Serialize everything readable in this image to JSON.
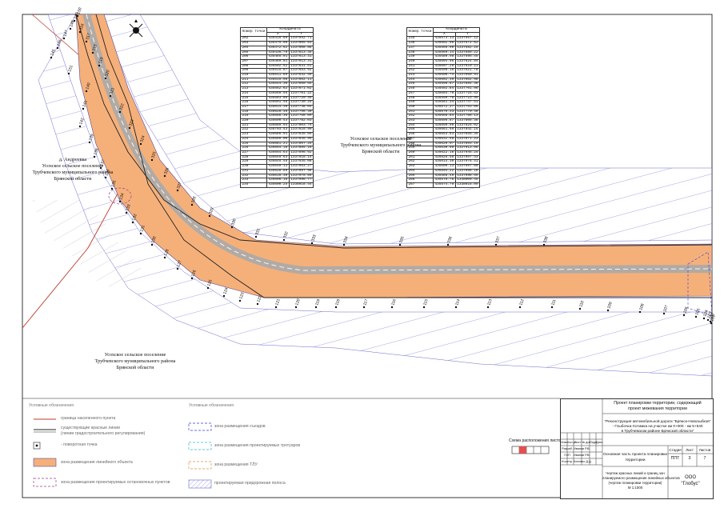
{
  "map_labels": {
    "settlement_top": [
      "Усохское сельское поселение",
      "Трубчевского муниципального района",
      "Брянской области"
    ],
    "settlement_left": [
      "д. Андреевка",
      "Усохское сельское поселение",
      "Трубчевского муниципального района",
      "Брянской области"
    ],
    "settlement_bottom": [
      "Усохское сельское поселение",
      "Трубчевского муниципального района",
      "Брянской области"
    ]
  },
  "point_labels": [
    "145",
    "146",
    "147",
    "148",
    "149",
    "150",
    "151",
    "140",
    "141",
    "142",
    "139",
    "138",
    "137",
    "136",
    "135",
    "134",
    "133",
    "132",
    "131",
    "130",
    "128",
    "127",
    "126",
    "125",
    "124",
    "123",
    "122",
    "121",
    "120",
    "119",
    "118",
    "117",
    "116",
    "115",
    "114",
    "113",
    "112",
    "111",
    "110",
    "109",
    "108",
    "107",
    "106",
    "105",
    "104",
    "103",
    "102",
    "101",
    "316",
    "317",
    "318",
    "319",
    "320",
    "321",
    "322",
    "323",
    "324",
    "325",
    "326",
    "327",
    "328",
    "329",
    "330",
    "331",
    "332",
    "333",
    "334",
    "335",
    "336",
    "337",
    "338"
  ],
  "coord_table_left": {
    "headers": [
      "Номер точки",
      "X",
      "Y"
    ],
    "group": "Координаты",
    "rows": [
      [
        "202",
        "435416.69",
        "1337552.71"
      ],
      [
        "203",
        "435475.90",
        "1337605.03"
      ],
      [
        "204",
        "435472.52",
        "1337608.88"
      ],
      [
        "205",
        "435436.78",
        "1337613.35"
      ],
      [
        "206",
        "435485.91",
        "1337613.31"
      ],
      [
        "207",
        "435489.81",
        "1337613.31"
      ],
      [
        "208",
        "435502.52",
        "1337631.61"
      ],
      [
        "209",
        "435515.87",
        "1337653.52"
      ],
      [
        "210",
        "435511.89",
        "1337632.50"
      ],
      [
        "211",
        "435515.98",
        "1337662.11"
      ],
      [
        "212",
        "435544.30",
        "1337660.65"
      ],
      [
        "213",
        "435562.62",
        "1337671.02"
      ],
      [
        "214",
        "435569.55",
        "1337701.22"
      ],
      [
        "215",
        "435583.05",
        "1337720.45"
      ],
      [
        "216",
        "435601.46",
        "1337730.25"
      ],
      [
        "217",
        "435614.39",
        "1337748.04"
      ],
      [
        "218",
        "435626.35",
        "1337756.30"
      ],
      [
        "219",
        "435666.36",
        "1337768.09"
      ],
      [
        "220",
        "435690.43",
        "1337782.03"
      ],
      [
        "221",
        "435689.93",
        "1337803.75"
      ],
      [
        "222",
        "435703.43",
        "1337818.90"
      ],
      [
        "223",
        "435686.01",
        "1337835.05"
      ],
      [
        "224",
        "435686.00",
        "1337845.95"
      ],
      [
        "225",
        "435681.21",
        "1337867.25"
      ],
      [
        "226",
        "435654.18",
        "1337865.16"
      ],
      [
        "227",
        "435654.63",
        "1337896.92"
      ],
      [
        "228",
        "435649.63",
        "1337918.14"
      ],
      [
        "229",
        "435645.45",
        "1337935.08"
      ],
      [
        "230",
        "435640.13",
        "1337953.27"
      ],
      [
        "231",
        "435628.89",
        "1337957.98"
      ],
      [
        "232",
        "435616.30",
        "1337978.85"
      ],
      [
        "233",
        "435606.18",
        "1337996.77"
      ],
      [
        "234",
        "435600.25",
        "1338018.44"
      ]
    ]
  },
  "coord_table_right": {
    "headers": [
      "Номер точки",
      "X",
      "Y"
    ],
    "group": "Координаты",
    "rows": [
      [
        "235",
        "435573.13",
        "1337557.12"
      ],
      [
        "236",
        "435602.60",
        "1337572.62"
      ],
      [
        "237",
        "435566.90",
        "1337582.25"
      ],
      [
        "238",
        "435569.14",
        "1337589.22"
      ],
      [
        "239",
        "435580.98",
        "1337595.45"
      ],
      [
        "240",
        "435604.06",
        "1337624.84"
      ],
      [
        "241",
        "435607.29",
        "1337610.21"
      ],
      [
        "242",
        "435598.18",
        "1337621.78"
      ],
      [
        "243",
        "435600.74",
        "1337660.91"
      ],
      [
        "244",
        "435602.39",
        "1337662.98"
      ],
      [
        "245",
        "435596.87",
        "1337684.38"
      ],
      [
        "246",
        "435592.84",
        "1337701.96"
      ],
      [
        "247",
        "435603.70",
        "1337725.53"
      ],
      [
        "248",
        "435599.78",
        "1337723.95"
      ],
      [
        "249",
        "435581.34",
        "1337747.51"
      ],
      [
        "250",
        "435672.27",
        "1337763.06"
      ],
      [
        "251",
        "435670.33",
        "1337770.38"
      ],
      [
        "252",
        "435668.84",
        "1337788.13"
      ],
      [
        "253",
        "435696.87",
        "1337808.38"
      ],
      [
        "254",
        "435650.96",
        "1337825.02"
      ],
      [
        "255",
        "435661.59",
        "1337842.15"
      ],
      [
        "256",
        "435653.83",
        "1337855.35"
      ],
      [
        "257",
        "435632.58",
        "1337871.23"
      ],
      [
        "258",
        "435620.07",
        "1337893.19"
      ],
      [
        "259",
        "435630.09",
        "1337913.08"
      ],
      [
        "260",
        "435622.16",
        "1337945.25"
      ],
      [
        "261",
        "435626.58",
        "1337957.43"
      ],
      [
        "262",
        "435614.30",
        "1337976.41"
      ],
      [
        "263",
        "435600.13",
        "1337997.00"
      ],
      [
        "264",
        "435594.22",
        "1337998.26"
      ],
      [
        "265",
        "435586.45",
        "1337998.55"
      ],
      [
        "266",
        "435579.76",
        "1338000.45"
      ],
      [
        "267",
        "435574.79",
        "1338018.09"
      ]
    ]
  },
  "legend_left": {
    "title": "Условные обозначения",
    "items": [
      {
        "label": "граница населенного пункта",
        "color": "#c0392b",
        "style": "line"
      },
      {
        "label": "существующие красные линии",
        "label2": "(линии градостроительного регулирования)",
        "color": "#222222",
        "style": "line2"
      },
      {
        "label": "- поворотная точка",
        "color": "#111111",
        "style": "point"
      },
      {
        "label": "зона размещения линейного объекта",
        "color": "#f5b07a",
        "style": "fill"
      },
      {
        "label": "зона размещения проектируемых остановочных пунктов",
        "color": "#9b3d8c",
        "style": "dash"
      }
    ]
  },
  "legend_right": {
    "title": "Условные обозначения",
    "items": [
      {
        "label": "зона размещения съездов",
        "color": "#3b3bd6",
        "style": "dash"
      },
      {
        "label": "зона размещения проектируемых тротуаров",
        "color": "#2bb6c0",
        "style": "dash"
      },
      {
        "label": "зона размещения ТЛУ",
        "color": "#e08a3c",
        "style": "dash"
      },
      {
        "label": "проектируемая придорожная полоса",
        "color": "#6a6ad0",
        "style": "hatch"
      }
    ]
  },
  "scheme_label": "Схема расположения листов",
  "stamp": {
    "project_line1": "Проект планировки территории, содержащий",
    "project_line2": "проект межевания территории",
    "object_line1": "\"Реконструкция автомобильной дороги \"Брянск-Новозыбков\"",
    "object_line2": "- Глыбочка-Хотимка на участке км 0+000 - км 5+540",
    "object_line3": "в Трубчевском районе Брянской области\"",
    "sheet_title1": "Основная часть проекта планировки",
    "sheet_title2": "территории",
    "stage_header": "Стадия",
    "sheet_header": "Лист",
    "sheets_header": "Листов",
    "stage": "ППТ",
    "sheet": "3",
    "sheets": "7",
    "drawing_title1": "Чертеж красных линий и границ зон",
    "drawing_title2": "планируемого размещения линейных объектов",
    "drawing_title3": "(чертеж планировки территории)",
    "drawing_title4": "М 1:1000",
    "company1": "ООО",
    "company2": "\"Глобус\"",
    "signers": [
      [
        "Изм.",
        "Кол.уч",
        "Лист",
        "№ док.",
        "Подп.",
        "Дата"
      ],
      [
        "Разраб.",
        "Иванов Р.В.",
        "",
        "",
        "",
        ""
      ],
      [
        "ГИП",
        "Иванов Р.В.",
        "",
        "",
        "",
        ""
      ],
      [
        "Н.контр.",
        "Коновко Д.Д.",
        "",
        "",
        "",
        ""
      ]
    ]
  },
  "colors": {
    "road_zone": "#f5b07a",
    "road_edge": "#5a4b9a",
    "hatch": "#6a6ad0",
    "hatch_light": "#9a9ab6",
    "settlement_boundary": "#c0392b",
    "red_line": "#222222",
    "carriageway": "#9aa8b4"
  },
  "icons": {
    "north_arrow": "north-arrow-icon"
  }
}
